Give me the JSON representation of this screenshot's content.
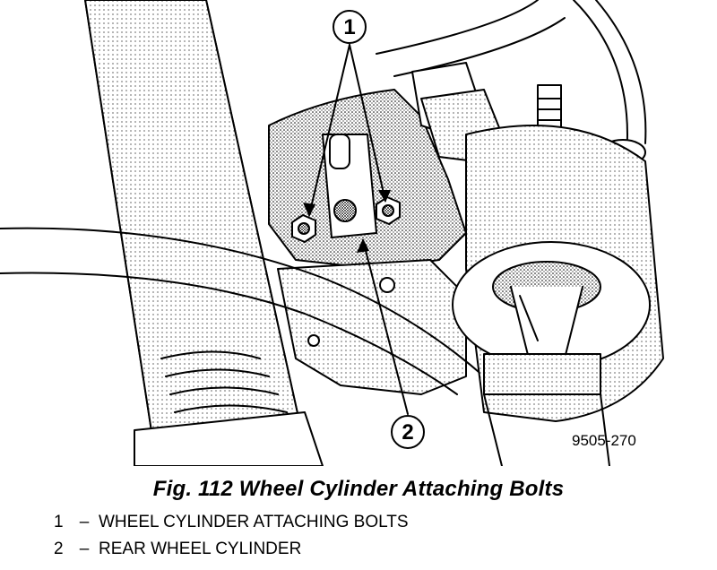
{
  "figure": {
    "callouts": [
      {
        "number": "1"
      },
      {
        "number": "2"
      }
    ],
    "figure_id": "9505-270",
    "caption": "Fig. 112 Wheel Cylinder Attaching Bolts"
  },
  "legend": [
    {
      "number": "1",
      "dash": "–",
      "text": "WHEEL CYLINDER ATTACHING BOLTS"
    },
    {
      "number": "2",
      "dash": "–",
      "text": "REAR WHEEL CYLINDER"
    }
  ]
}
